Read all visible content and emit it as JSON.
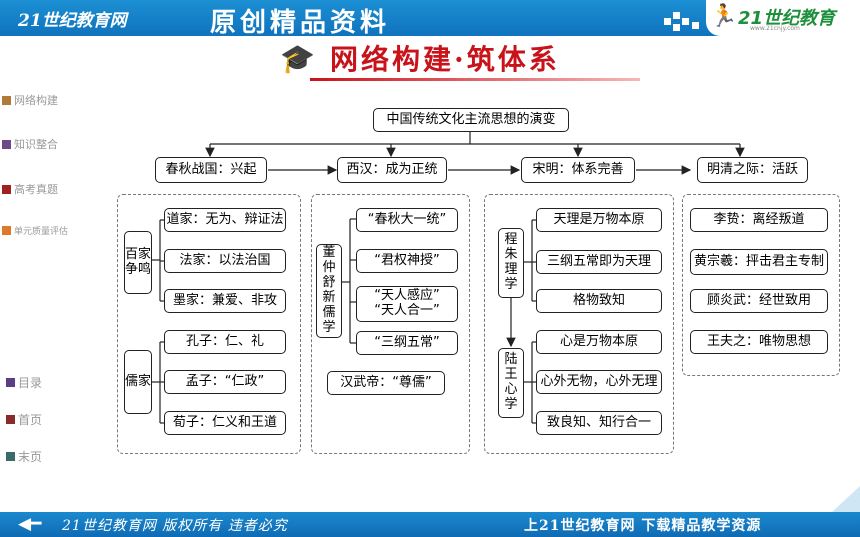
{
  "banner": {
    "site_name": "21世纪教育网",
    "slogan": "原创精品资料",
    "logo_text": "21世纪教育",
    "logo_url": "www.21cnjy.com"
  },
  "header": {
    "section_title": "网络构建·筑体系",
    "icon": "graduation-cap-books-icon"
  },
  "sidebar": {
    "items": [
      {
        "label": "网络构建",
        "color": "#b07a3a"
      },
      {
        "label": "知识整合",
        "color": "#6f4a86"
      },
      {
        "label": "高考真题",
        "color": "#a22020"
      },
      {
        "label": "单元质量评估",
        "color": "#e0782a"
      }
    ],
    "nav": [
      {
        "label": "目录",
        "color": "#5a3e86"
      },
      {
        "label": "首页",
        "color": "#8a2a2a"
      },
      {
        "label": "末页",
        "color": "#3a6a6a"
      }
    ]
  },
  "diagram": {
    "root": "中国传统文化主流思想的演变",
    "stages": [
      "春秋战国：兴起",
      "西汉：成为正统",
      "宋明：体系完善",
      "明清之际：活跃"
    ],
    "spring_autumn": {
      "group1_label": "百家争鸣",
      "group1_items": [
        "道家：无为、辩证法",
        "法家：以法治国",
        "墨家：兼爱、非攻"
      ],
      "group2_label": "儒家",
      "group2_items": [
        "孔子：仁、礼",
        "孟子：“仁政”",
        "荀子：仁义和王道"
      ]
    },
    "western_han": {
      "person_label": "董仲舒新儒学",
      "items": [
        "“春秋大一统”",
        "“君权神授”",
        "“天人感应”",
        "“天人合一”",
        "“三纲五常”"
      ],
      "emperor": "汉武帝：“尊儒”"
    },
    "song_ming": {
      "group1_label": "程朱理学",
      "group1_items": [
        "天理是万物本原",
        "三纲五常即为天理",
        "格物致知"
      ],
      "group2_label": "陆王心学",
      "group2_items": [
        "心是万物本原",
        "心外无物，心外无理",
        "致良知、知行合一"
      ]
    },
    "ming_qing": {
      "items": [
        "李贽：离经叛道",
        "黄宗羲：抨击君主专制",
        "顾炎武：经世致用",
        "王夫之：唯物思想"
      ]
    }
  },
  "footer": {
    "left_text": "21世纪教育网 版权所有 违者必究",
    "right_text": "上21世纪教育网 下载精品教学资源"
  },
  "colors": {
    "banner_blue": "#1b89cf",
    "title_red": "#c8131b"
  }
}
